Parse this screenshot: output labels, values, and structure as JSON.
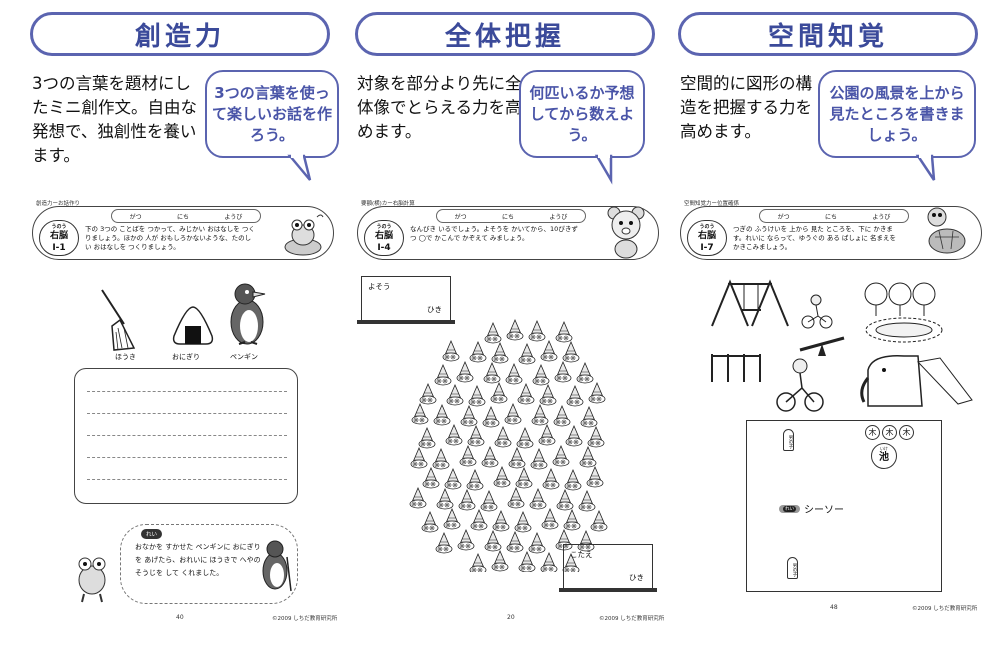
{
  "columns": [
    {
      "title": "創造力",
      "description": "3つの言葉を題材にしたミニ創作文。自由な発想で、独創性を養います。",
      "bubble": "3つの言葉を使って楽しいお話を作ろう。",
      "worksheet": {
        "tag": "創造力ーお話作り",
        "badge_small": "うのう",
        "badge": "右脳",
        "badge_code": "Ⅰ-1",
        "date_labels": [
          "がつ",
          "にち",
          "ようび"
        ],
        "instruction": "下の 3つの ことばを つかって、みじかい おはなしを つくりましょう。ほかの 人が おもしろかないような、たのしい おはなしを つくりましょう。",
        "words": [
          "ほうき",
          "おにぎり",
          "ペンギン"
        ],
        "example_tag": "れい",
        "example_text": "おなかを すかせた ペンギンに おにぎりを あげたら、おれいに ほうきで へやの そうじを して くれました。",
        "page": "40",
        "copyright": "©2009 しちだ教育研究所"
      }
    },
    {
      "title": "全体把握",
      "description": "対象を部分より先に全体像でとらえる力を高めます。",
      "bubble": "何匹いるか予想してから数えよう。",
      "worksheet": {
        "tag": "要額(横)カー右脳計算",
        "badge_small": "うのう",
        "badge": "右脳",
        "badge_code": "Ⅰ-4",
        "date_labels": [
          "がつ",
          "にち",
          "ようび"
        ],
        "instruction": "なんびき いるでしょう。よそうを かいてから、10ぴきずつ ◯で かこんで かぞえて みましょう。",
        "guess_label": "よそう",
        "answer_label": "こたえ",
        "unit": "ひき",
        "page": "20",
        "copyright": "©2009 しちだ教育研究所"
      }
    },
    {
      "title": "空間知覚",
      "description": "空間的に図形の構造を把握する力を高めます。",
      "bubble": "公園の風景を上から見たところを書きましょう。",
      "worksheet": {
        "tag": "空間知覚力ー位置確係",
        "badge_small": "うのう",
        "badge": "右脳",
        "badge_code": "Ⅰ-7",
        "date_labels": [
          "がつ",
          "にち",
          "ようび"
        ],
        "instruction": "つぎの ふうけいを 上から 見た ところを、下に かきます。れいに ならって、ゆうぐの ある ばしょに 名まえを かきこみましょう。",
        "tree_label": "木",
        "pond_small": "いけ",
        "pond": "池",
        "boy_label": "男の子",
        "girl_label": "男の子",
        "example_tag": "れい",
        "seesaw": "シーソー",
        "page": "48",
        "copyright": "©2009 しちだ教育研究所"
      }
    }
  ]
}
